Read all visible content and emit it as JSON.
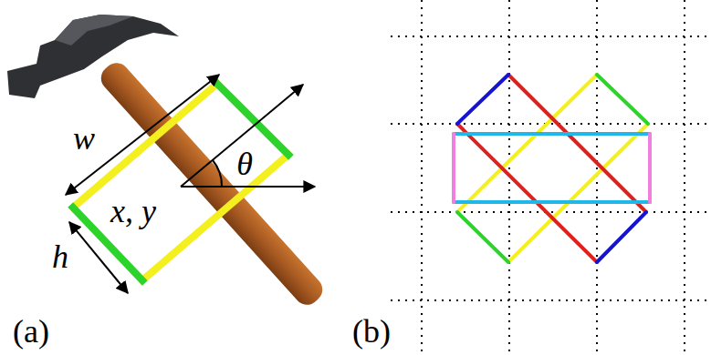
{
  "diagram": {
    "labels": [
      "w",
      "x, y",
      "θ",
      "h",
      "(a)",
      "(b)"
    ]
  }
}
